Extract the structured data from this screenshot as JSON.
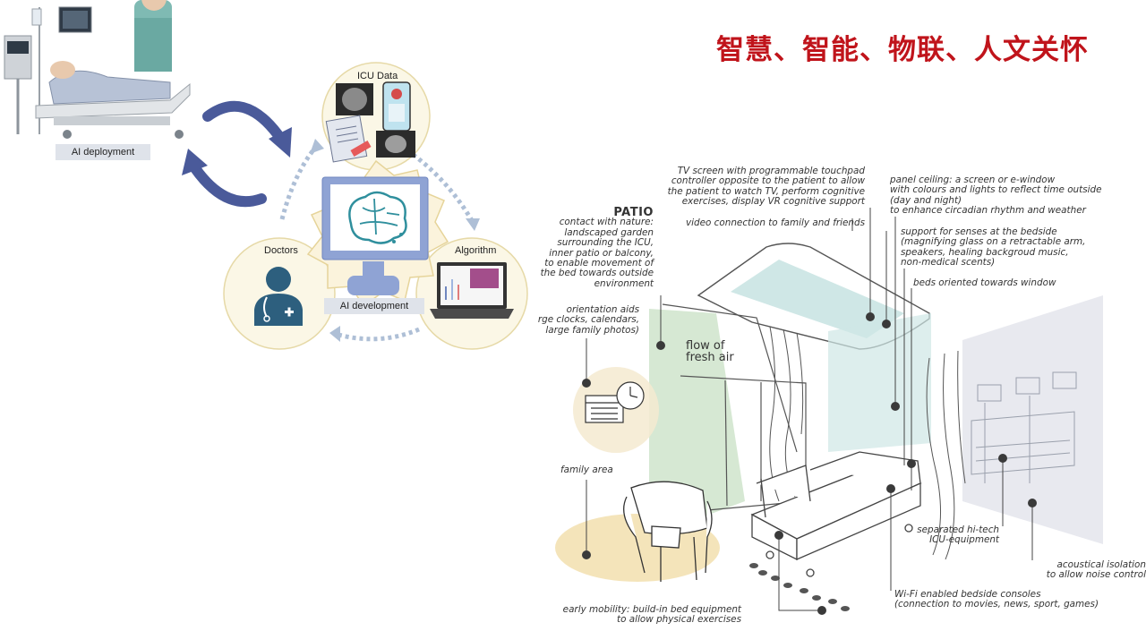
{
  "title": "智慧、智能、物联、人文关怀",
  "ai_cycle": {
    "ai_deployment": "AI deployment",
    "icu_data": "ICU Data",
    "doctors": "Doctors",
    "algorithm": "Algorithm",
    "ai_development": "AI development"
  },
  "room": {
    "patio_heading": "PATIO",
    "patio_lines": [
      "contact with nature:",
      "landscaped garden",
      "surrounding the ICU,",
      "inner patio or balcony,",
      "to enable movement of",
      "the bed towards outside",
      "environment"
    ],
    "orientation_lines": [
      "orientation aids",
      "rge clocks, calendars,",
      "large family photos)"
    ],
    "tv_lines": [
      "TV screen with programmable touchpad",
      "controller opposite to the patient to allow",
      "the patient to watch TV, perform cognitive",
      "exercises, display VR cognitive support"
    ],
    "video_line": "video connection to family and friends",
    "ceiling_lines": [
      "panel ceiling: a screen or e-window",
      "with colours and lights to reflect time outside",
      "(day and night)",
      "to enhance circadian rhythm and weather"
    ],
    "senses_lines": [
      "support for senses at the bedside",
      "(magnifying glass on a retractable arm,",
      "speakers, healing backgroud music,",
      "non-medical scents)"
    ],
    "beds_line": "beds oriented towards window",
    "air_lines": [
      "flow of",
      "fresh air"
    ],
    "family_line": "family area",
    "hitech_lines": [
      "separated hi-tech",
      "ICU-equipment"
    ],
    "acoustic_lines": [
      "acoustical isolation",
      "to allow noise control"
    ],
    "wifi_lines": [
      "Wi-Fi enabled bedside consoles",
      "(connection to movies, news, sport, games)"
    ],
    "mobility_lines": [
      "early mobility: build-in bed equipment",
      "to allow physical exercises"
    ]
  },
  "colors": {
    "title_red": "#c0141b",
    "arrow_blue": "#4a5a9a",
    "cycle_dots": "#aebfd6",
    "monitor_blue": "#8fa3d4",
    "sage_green": "#c8e0c4",
    "ceiling_teal": "#cfe7e6",
    "family_floor": "#f2dfae"
  }
}
